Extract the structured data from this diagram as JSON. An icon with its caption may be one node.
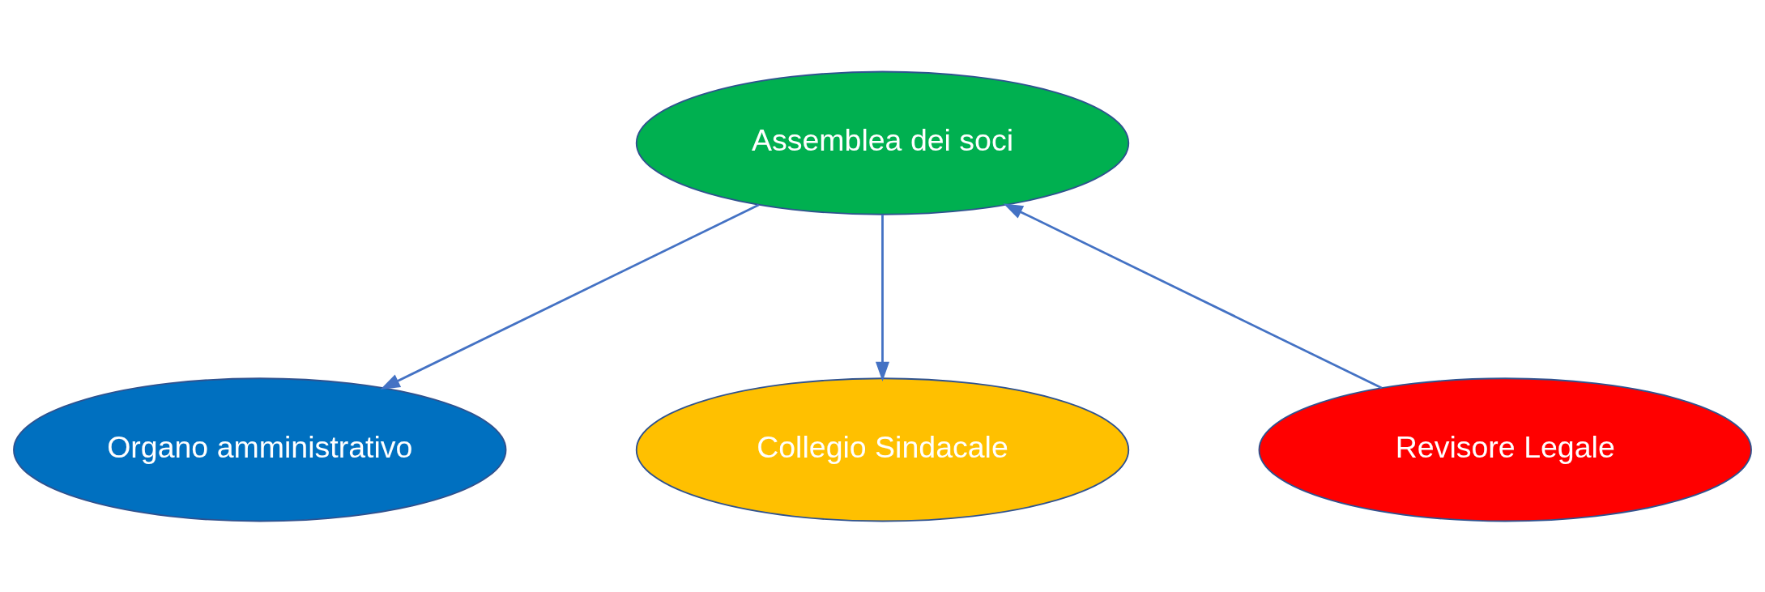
{
  "diagram": {
    "nodes": [
      {
        "text": [
          "Assemblea dei soci"
        ]
      },
      {
        "text": [
          "Organo amministrativo"
        ]
      },
      {
        "text": [
          "Collegio Sindacale"
        ]
      },
      {
        "text": [
          "Revisore Legale"
        ]
      }
    ],
    "edges": [
      {
        "from": 0,
        "to": 1,
        "arrow": "to"
      },
      {
        "from": 0,
        "to": 2,
        "arrow": "to"
      },
      {
        "from": 3,
        "to": 0,
        "arrow": "to"
      }
    ]
  }
}
